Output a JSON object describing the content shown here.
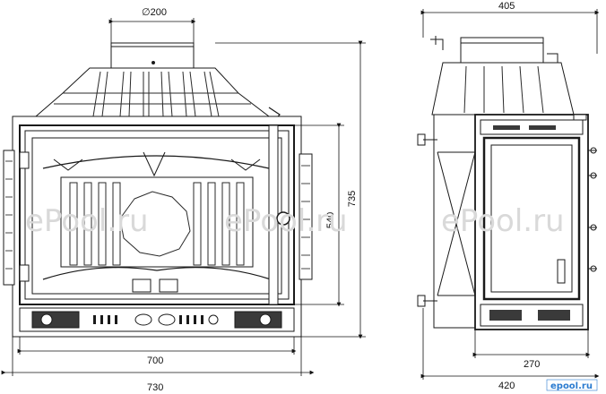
{
  "dimensions": {
    "flue_diameter": "∅200",
    "front_width": "700",
    "overall_width": "730",
    "overall_height": "735",
    "door_height": "540",
    "side_depth_top": "405",
    "side_door_width": "270",
    "side_depth_bottom": "420"
  },
  "watermarks": [
    "ePool.ru",
    "ePool.ru",
    "ePool.ru"
  ],
  "logo_text": "epool.ru",
  "colors": {
    "line": "#1a1a1a",
    "metal": "#3a3a3a",
    "glass": "#ffffff",
    "watermark": "#d9d9d9",
    "logo": "#2a7bd0"
  }
}
